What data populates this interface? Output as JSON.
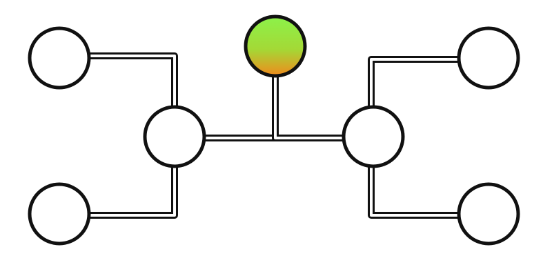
{
  "diagram": {
    "nodes": [
      {
        "id": "top",
        "fill": "gradient"
      },
      {
        "id": "left-hub",
        "fill": "#ffffff"
      },
      {
        "id": "right-hub",
        "fill": "#ffffff"
      },
      {
        "id": "left-top-leaf",
        "fill": "#ffffff"
      },
      {
        "id": "left-bottom-leaf",
        "fill": "#ffffff"
      },
      {
        "id": "right-top-leaf",
        "fill": "#ffffff"
      },
      {
        "id": "right-bottom-leaf",
        "fill": "#ffffff"
      }
    ],
    "links": [
      {
        "from": "top",
        "to": "left-hub"
      },
      {
        "from": "top",
        "to": "right-hub"
      },
      {
        "from": "left-hub",
        "to": "left-top-leaf"
      },
      {
        "from": "left-hub",
        "to": "left-bottom-leaf"
      },
      {
        "from": "right-hub",
        "to": "right-top-leaf"
      },
      {
        "from": "right-hub",
        "to": "right-bottom-leaf"
      }
    ],
    "colors": {
      "stroke": "#111111",
      "node_fill": "#ffffff",
      "gradient_top": "#8cf24a",
      "gradient_mid": "#a4d936",
      "gradient_bottom": "#f08a1c"
    }
  }
}
